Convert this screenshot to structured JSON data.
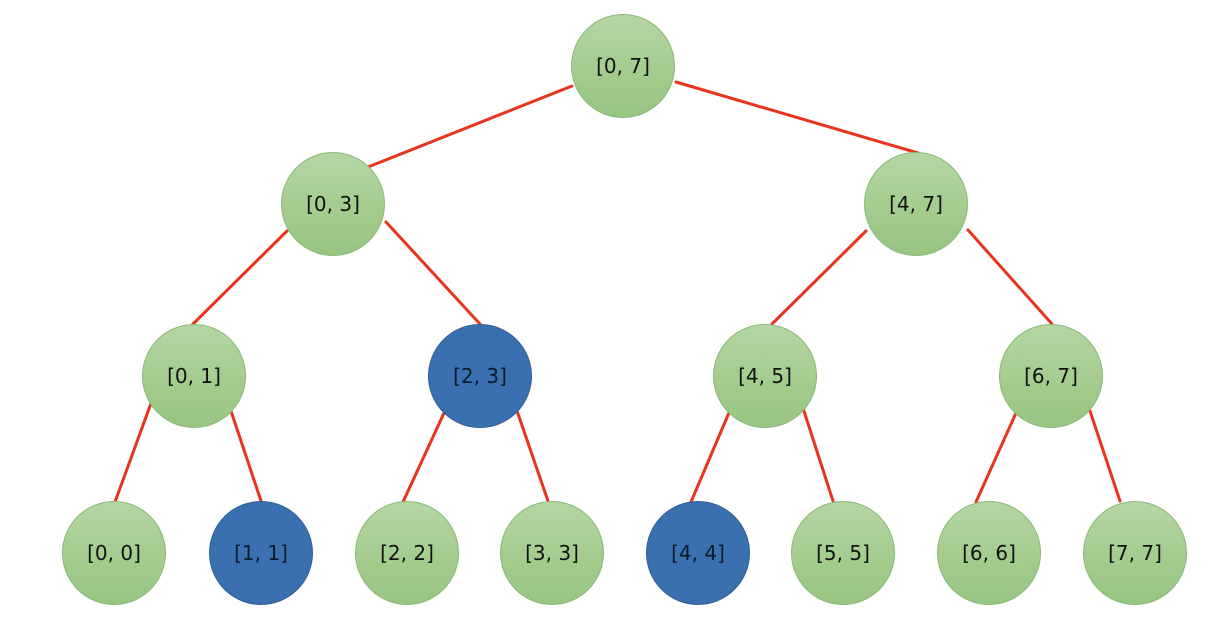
{
  "tree": {
    "edge_color": "#e8341c",
    "node_color": "#a6cc8f",
    "highlight_color": "#3a70b0",
    "nodes": [
      {
        "label": "[0, 7]",
        "highlighted": false
      },
      {
        "label": "[0, 3]",
        "highlighted": false
      },
      {
        "label": "[4, 7]",
        "highlighted": false
      },
      {
        "label": "[0, 1]",
        "highlighted": false
      },
      {
        "label": "[2, 3]",
        "highlighted": true
      },
      {
        "label": "[4, 5]",
        "highlighted": false
      },
      {
        "label": "[6, 7]",
        "highlighted": false
      },
      {
        "label": "[0, 0]",
        "highlighted": false
      },
      {
        "label": "[1, 1]",
        "highlighted": true
      },
      {
        "label": "[2, 2]",
        "highlighted": false
      },
      {
        "label": "[3, 3]",
        "highlighted": false
      },
      {
        "label": "[4, 4]",
        "highlighted": true
      },
      {
        "label": "[5, 5]",
        "highlighted": false
      },
      {
        "label": "[6, 6]",
        "highlighted": false
      },
      {
        "label": "[7, 7]",
        "highlighted": false
      }
    ]
  }
}
